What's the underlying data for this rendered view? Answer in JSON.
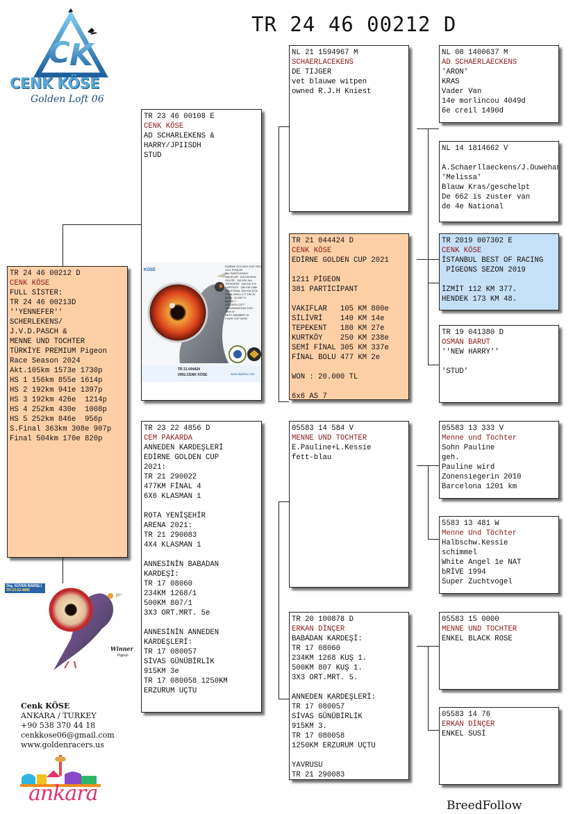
{
  "header": {
    "ring": "TR 24 46 00212 D"
  },
  "logo": {
    "brand": "CENK KÖSE",
    "sub": "Golden Loft 06"
  },
  "cards": {
    "subject": {
      "lines": [
        "TR 24 46 00212 D",
        "CENK KÖSE",
        "FULL SİSTER:",
        "TR 24 46 00213D",
        "''YENNEFER''",
        "SCHERLEKENS/",
        "J.V.D.PASCH &",
        "MENNE UND TOCHTER",
        "TÜRKİYE PREMIUM Pigeon",
        "Race Season 2024",
        "Akt.105km 1573e 1730p",
        "HS 1 156km 855e 1614p",
        "HS 2 192km 941e 1397p",
        "HS 3 192km 426e  1214p",
        "HS 4 252km 430e  1008p",
        "HS 5 252km 846e  956p",
        "S.Final 363km 308e 907p",
        "Final 504km 170e 820p"
      ]
    },
    "sire": {
      "lines": [
        "TR 23 46 00108 E",
        "CENK KÖSE",
        "AD SCHARLEKENS &",
        "HARRY/JPIISDH",
        "STUD"
      ]
    },
    "dam": {
      "lines": [
        "TR 23 22 4856 D",
        "CEM PAKARDA",
        "ANNEDEN KARDEŞLERİ",
        "EDİRNE GOLDEN CUP",
        "2021:",
        "TR 21 290022",
        "477KM FİNAL 4",
        "6X6 KLASMAN 1",
        "",
        "ROTA YENİŞEHİR",
        "ARENA 2021:",
        "TR 21 290083",
        "4X4 KLASMAN 1",
        "",
        "ANNESİNİN BABADAN",
        "KARDEŞİ:",
        "TR 17 08060",
        "234KM 1268/1",
        "500KM 807/1",
        "3X3 ORT.MRT. 5e",
        "",
        "ANNESİNİN ANNEDEN",
        "KARDEŞLERİ:",
        "TR 17 080057",
        "SİVAS GÜNÜBİRLİK",
        "915KM 3e",
        "TR 17 080058 1250KM",
        "ERZURUM UÇTU"
      ]
    },
    "ss": {
      "lines": [
        "NL 21 1594967 M",
        "SCHAERLACEKENS",
        "DE TIJGER",
        "vet blauwe witpen",
        "owned R.J.H Kniest"
      ]
    },
    "sd": {
      "lines": [
        "TR 21 044424 D",
        "CENK KÖSE",
        "EDİRNE GOLDEN CUP 2021",
        "",
        "1211 PİGEON",
        "381 PARTİCİPANT",
        "",
        "VAKIFLAR   105 KM 800e",
        "SİLİVRİ    140 KM 14e",
        "TEPEKENT   180 KM 27e",
        "KURTKÖY    250 KM 238e",
        "SEMİ FİNAL 305 KM 337e",
        "FİNAL BOLU 477 KM 2e",
        "",
        "WON : 20.000 TL",
        "",
        "6x6 AS 7"
      ]
    },
    "ds": {
      "lines": [
        "05583 14 584 V",
        "MENNE UND TOCHTER",
        "E.Pauline+L.Kessie",
        "fett-blau"
      ]
    },
    "dd": {
      "lines": [
        "TR 20 100878 D",
        "ERKAN DİNÇER",
        "BABADAN KARDEŞİ:",
        "TR 17 08060",
        "234KM 1268 KUŞ 1.",
        "500KM 807 KUŞ 1.",
        "3X3 ORT.MRT. 5.",
        "",
        "ANNEDEN KARDEŞLERİ:",
        "TR 17 080057",
        "SİVAS GÜNÜBİRLİK",
        "915KM 3.",
        "TR 17 080058",
        "1250KM ERZURUM UÇTU",
        "",
        "YAVRUSU",
        "TR 21 290083"
      ]
    },
    "sss": {
      "lines": [
        "NL 08 1400637 M",
        "AD SCHAERLAECKENS",
        "'ARON'",
        "KRAS",
        "Vader Van",
        "14e morlincou 4049d",
        "6e creil 1490d"
      ]
    },
    "ssd": {
      "lines": [
        "NL 14 1814662 V",
        "",
        "A.Schaerllaeckens/J.Ouwehand",
        "'Melissa'",
        "Blauw Kras/geschelpt",
        "De 662 is zuster van",
        "de 4e National"
      ]
    },
    "sds": {
      "lines": [
        "TR 2019 007302 E",
        "CENK KÖSE",
        "İSTANBUL BEST OF RACING",
        " PİGEONS SEZON 2019",
        "",
        "İZMİT 112 KM 377.",
        "HENDEK 173 KM 48."
      ]
    },
    "sdd": {
      "lines": [
        "TR 19 041380 D",
        "OSMAN BARUT",
        "''NEW HARRY''",
        "",
        "'STUD'"
      ]
    },
    "dss": {
      "lines": [
        "05583 13 333 V",
        "Menne und Töchter",
        "Sohn Pauline",
        "geh.",
        "Pauline wird",
        "Zonensiegerin 2010",
        "Barcelona 1201 km"
      ]
    },
    "dsd": {
      "lines": [
        "5583 13 481 W",
        "Menne Und Töchter",
        "Halbschw.Kessie",
        "schimmel",
        "White Angel 1e NAT",
        "bRİVE 1994",
        "Super Zuchtvogel"
      ]
    },
    "dds": {
      "lines": [
        "05583 15 0000",
        "MENNE UND TOCHTER",
        "ENKEL BLACK ROSE"
      ]
    },
    "ddd": {
      "lines": [
        "05583 14 76",
        "ERKAN DİNÇER",
        "ENKEL SUSİ"
      ]
    }
  },
  "ad_sire": {
    "lines": [
      "EDİRNE GOLDEN CUP 2021",
      "",
      "1211 PİGEON",
      "381 PARTİCİPANT",
      "",
      "VAKIFLAR  105 KM 800e",
      "SİLİVRİ   140 KM 14e",
      "TEPEKENT  180 KM 27e",
      "KURTKÖY   250 KM 238e",
      "SEMİ FİNAL 305 KM 337e",
      "FİNAL BOLU 477 KM 2e",
      "",
      "WON : 20.000 TL",
      "",
      "6x6 AS 7",
      "",
      "GOLDEN LOFT",
      "ORGANİZATION 2021 :",
      "",
      "Final 1e",
      "",
      "BEST MEMBER 2e",
      "",
      "FOUR CUP WON"
    ],
    "footer": "TR 21-044424",
    "org": "ORG.CENK KÖSE",
    "site": "www.5ipkolu.com",
    "badge": "KÖSE"
  },
  "ad_dam": {
    "org": "Org. GÜVEN BARIŞLI",
    "ring": "TR-23-22-4856",
    "winner": "Winner",
    "winner_sub": "Pigeon"
  },
  "contact": {
    "name": "Cenk KÖSE",
    "city": "ANKARA / TURKEY",
    "phone": "+90 538 370 44 18",
    "email": "cenkkose06@gmail.com",
    "web": "www.goldenracers.us"
  },
  "city_logo": "ankara",
  "footer_brand": "BreedFollow",
  "colors": {
    "peach": "#ffd0a8",
    "blue": "#c6e0f8",
    "owner": "#8b1a1a"
  }
}
